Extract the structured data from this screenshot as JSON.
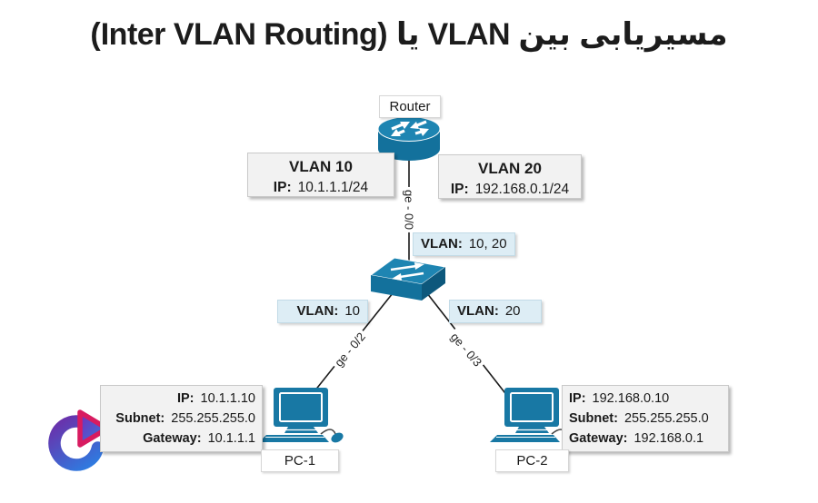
{
  "title": "مسیریابی بین VLAN یا (Inter VLAN Routing)",
  "devices": {
    "router": {
      "label": "Router"
    },
    "pc1": {
      "label": "PC-1"
    },
    "pc2": {
      "label": "PC-2"
    }
  },
  "router_vlans": {
    "vlan10": {
      "title": "VLAN 10",
      "ip_label": "IP:",
      "ip_value": "10.1.1.1/24"
    },
    "vlan20": {
      "title": "VLAN 20",
      "ip_label": "IP:",
      "ip_value": "192.168.0.1/24"
    }
  },
  "interfaces": {
    "router_link": "ge - 0/0",
    "pc1_link": "ge - 0/2",
    "pc2_link": "ge - 0/3"
  },
  "vlan_tags": {
    "trunk": {
      "label": "VLAN:",
      "value": "10, 20"
    },
    "access_pc1": {
      "label": "VLAN:",
      "value": "10"
    },
    "access_pc2": {
      "label": "VLAN:",
      "value": "20"
    }
  },
  "pc1_config": {
    "rows": [
      {
        "label": "IP:",
        "value": "10.1.1.10"
      },
      {
        "label": "Subnet:",
        "value": "255.255.255.0"
      },
      {
        "label": "Gateway:",
        "value": "10.1.1.1"
      }
    ]
  },
  "pc2_config": {
    "rows": [
      {
        "label": "IP:",
        "value": "192.168.0.10"
      },
      {
        "label": "Subnet:",
        "value": "255.255.255.0"
      },
      {
        "label": "Gateway:",
        "value": "192.168.0.1"
      }
    ]
  },
  "icons": {
    "router": "router-icon",
    "switch": "switch-icon",
    "pc": "desktop-pc-icon",
    "logo": "play-logo-icon"
  },
  "colors": {
    "device_teal": "#1878a4",
    "device_teal_light": "#1e85b2",
    "device_teal_dark": "#0d587c",
    "label_blue_bg": "#ddedf5",
    "info_gray_bg": "#f2f2f2",
    "logo_purple": "#6d2da8",
    "logo_blue": "#2b7fe3",
    "logo_pink": "#d81b60"
  }
}
